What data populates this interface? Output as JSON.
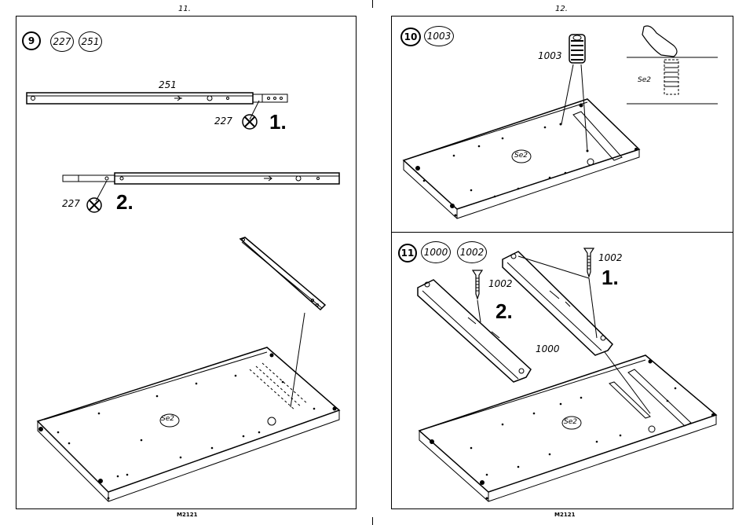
{
  "pages": {
    "left_number": "11.",
    "right_number": "12.",
    "left_footer": "M2121",
    "right_footer": "M2121"
  },
  "step9": {
    "step": "9",
    "parts": [
      "227",
      "251"
    ],
    "rail_label": "251",
    "screw_label_1": "227",
    "screw_label_2": "227",
    "order_1": "1.",
    "order_2": "2.",
    "panel_label": "Se2"
  },
  "step10": {
    "step": "10",
    "parts": [
      "1003"
    ],
    "dowel_label": "1003",
    "panel_label": "Se2",
    "detail_label": "Se2"
  },
  "step11": {
    "step": "11",
    "parts": [
      "1000",
      "1002"
    ],
    "screw_label_1": "1002",
    "screw_label_2": "1002",
    "rail_label": "1000",
    "order_1": "1.",
    "order_2": "2.",
    "panel_label": "Se2"
  }
}
